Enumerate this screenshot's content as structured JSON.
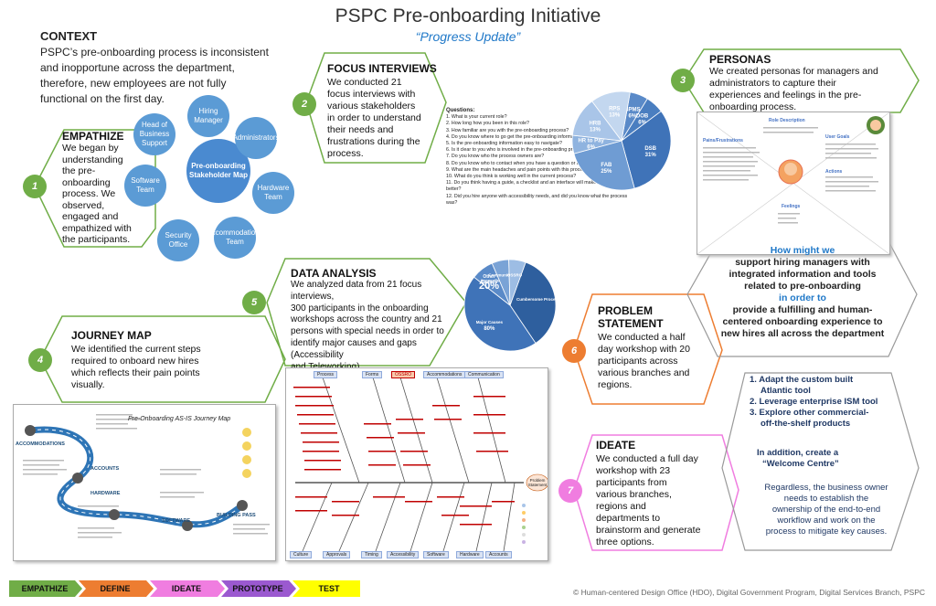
{
  "header": {
    "title": "PSPC Pre-onboarding  Initiative",
    "subtitle": "“Progress Update”"
  },
  "context": {
    "heading": "CONTEXT",
    "lines": [
      "PSPC’s pre-onboarding process is inconsistent",
      "and inopportune  across the department,",
      "therefore, new employees are not fully",
      "functional on the first day."
    ]
  },
  "empathize": {
    "num": "1",
    "heading": "EMPATHIZE",
    "lines": [
      "We began by",
      "understanding",
      "the pre-",
      "onboarding",
      "process. We",
      "observed,",
      "engaged and",
      "empathized with",
      "the participants."
    ],
    "map_center": "Pre-onboarding Stakeholder Map",
    "nodes": [
      "Hiring Manager",
      "Administrators",
      "Hardware Team",
      "Accommodations Team",
      "Security Office",
      "Software Team",
      "Head of Business Support"
    ]
  },
  "focus": {
    "num": "2",
    "heading": "FOCUS INTERVIEWS",
    "lines": [
      "We conducted 21",
      "focus interviews with",
      "various stakeholders",
      "in order to understand",
      "their needs and",
      "frustrations during the",
      "process."
    ],
    "questions_label": "Questions:",
    "questions": [
      "1.  What is your current role?",
      "2.  How long how you been in this role?",
      "3.  How familiar are you with the pre-onboarding process?",
      "4.  Do you know where to go get the pre-onboarding information?",
      "5.  Is the pre-onboarding information easy to navigate?",
      "6.  Is it clear to you who is involved in the pre-onboarding process?",
      "7.  Do you know who the process owners are?",
      "8.  Do you know who to contact when you have a question or an issue?",
      "9.  What are the main headaches and pain points with this process?",
      "10. What do you think is working well in the current process?",
      "11. Do you think having a guide, a checklist and an interface will make the onboarding better?",
      "12. Did you hire anyone with accessibility needs, and did you know what the process was?"
    ],
    "pie": [
      {
        "label": "BPMS",
        "pct": "6%",
        "value": 6,
        "color": "#5a8ac8"
      },
      {
        "label": "DOB",
        "pct": "6%",
        "value": 6,
        "color": "#4a7ec0"
      },
      {
        "label": "DSB",
        "pct": "31%",
        "value": 31,
        "color": "#3f73b8"
      },
      {
        "label": "FAB",
        "pct": "25%",
        "value": 25,
        "color": "#6f9cd3"
      },
      {
        "label": "HR to Pay",
        "pct": "6%",
        "value": 6,
        "color": "#8fb3df"
      },
      {
        "label": "HRB",
        "pct": "13%",
        "value": 13,
        "color": "#a9c5e8"
      },
      {
        "label": "RPS",
        "pct": "13%",
        "value": 13,
        "color": "#c3d7ef"
      }
    ]
  },
  "personas": {
    "num": "3",
    "heading": "PERSONAS",
    "lines": [
      "We created personas for managers and",
      "administrators to capture their",
      "experiences and feelings in the pre-",
      "onboarding process."
    ],
    "panel_labels": [
      "Role Description",
      "Pains/Frustrations",
      "User Goals",
      "Actions",
      "Feelings"
    ]
  },
  "journey": {
    "num": "4",
    "heading": "JOURNEY MAP",
    "lines": [
      "We identified the current steps",
      "required to onboard new hires",
      "which reflects their pain points",
      "visually."
    ],
    "map_title": "Pre-Onboarding AS-IS Journey Map",
    "stages": [
      "ACCOMMODATIONS",
      "ACCOUNTS",
      "HARDWARE",
      "SOFTWARE",
      "BUILDING PASS"
    ]
  },
  "data": {
    "num": "5",
    "heading": "DATA ANALYSIS",
    "lines": [
      "We analyzed data from 21 focus interviews,",
      "300 participants in the onboarding",
      "workshops across the country and 21",
      "persons with special needs in order to",
      "identify major causes and gaps (Accessibility",
      "and Teleworking)."
    ],
    "pie": [
      {
        "label": "Cumbersome Process",
        "value": 35,
        "color": "#2e5f9e"
      },
      {
        "label": "Major Causes",
        "pct": "80%",
        "value": 45,
        "color": "#3f73b8"
      },
      {
        "label": "Accessibility",
        "value": 8,
        "color": "#5a8ac8"
      },
      {
        "label": "Communication",
        "value": 6,
        "color": "#7aa3d6"
      },
      {
        "label": "OSSRO",
        "value": 6,
        "color": "#9dbde4"
      }
    ],
    "other_label": "Other Causes",
    "other_pct": "20%",
    "fishbone_top": [
      "Process",
      "Forms",
      "OSSRO",
      "Accommodations",
      "Communication"
    ],
    "fishbone_bottom": [
      "Culture",
      "Approvals",
      "Timing",
      "Accessibility",
      "Software",
      "Hardware",
      "Accounts"
    ],
    "fishbone_head": "Problem Statement"
  },
  "problem": {
    "num": "6",
    "heading": "PROBLEM",
    "heading2": "STATEMENT",
    "lines": [
      "We conducted a half",
      "day workshop with 20",
      "participants across",
      "various branches and",
      "regions."
    ],
    "hmw": [
      "How might we",
      "support hiring managers with",
      "integrated information and tools",
      "related to pre-onboarding",
      "in order to",
      "provide a fulfilling and human-",
      "centered onboarding experience to",
      "new hires all across the department"
    ]
  },
  "ideate": {
    "num": "7",
    "heading": "IDEATE",
    "lines": [
      "We conducted a full day",
      "workshop with 23",
      "participants from",
      "various branches,",
      "regions and",
      "departments to",
      "brainstorm and generate",
      "three options."
    ],
    "options": [
      "1. Adapt the custom built",
      "Atlantic tool",
      "2. Leverage enterprise ISM tool",
      "3. Explore other commercial-",
      "off-the-shelf products"
    ],
    "addition": [
      "In addition, create a",
      "“Welcome Centre”"
    ],
    "note": [
      "Regardless, the business owner",
      "needs to establish the",
      "ownership of  the end-to-end",
      "workflow and work on the",
      "process to mitigate key causes."
    ]
  },
  "phases": [
    {
      "label": "EMPATHIZE",
      "color": "#70ad47"
    },
    {
      "label": "DEFINE",
      "color": "#ed7d31"
    },
    {
      "label": "IDEATE",
      "color": "#f07de0"
    },
    {
      "label": "PROTOTYPE",
      "color": "#9b59d0"
    },
    {
      "label": "TEST",
      "color": "#ffff00"
    }
  ],
  "footer": "© Human-centered Design Office (HDO), Digital Government Program, Digital Services Branch, PSPC"
}
